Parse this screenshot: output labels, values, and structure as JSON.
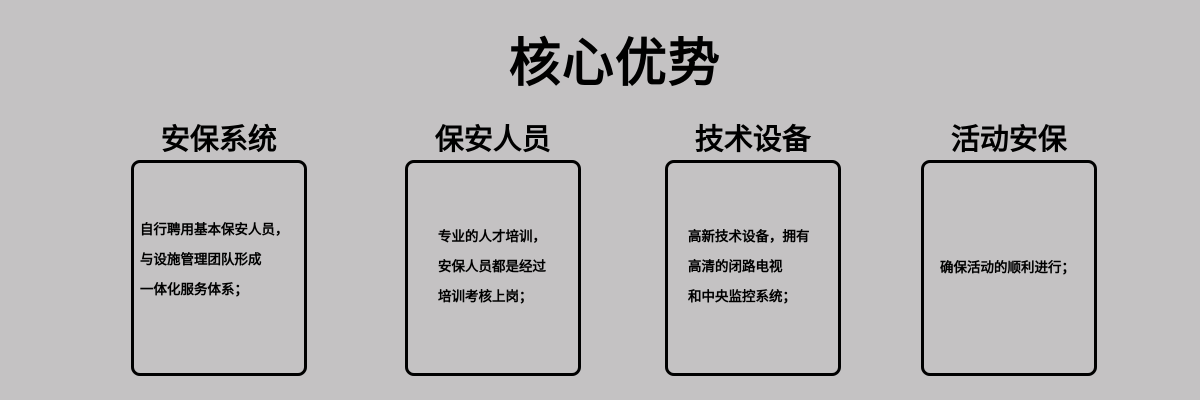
{
  "title": "核心优势",
  "columns": [
    {
      "heading": "安保系统",
      "lines": [
        "自行聘用基本保安人员，",
        "与设施管理团队形成",
        "一体化服务体系；"
      ]
    },
    {
      "heading": "保安人员",
      "lines": [
        "专业的人才培训，",
        "安保人员都是经过",
        "培训考核上岗；"
      ]
    },
    {
      "heading": "技术设备",
      "lines": [
        "高新技术设备，拥有",
        "高清的闭路电视",
        "和中央监控系统；"
      ]
    },
    {
      "heading": "活动安保",
      "lines": [
        "确保活动的顺利进行；"
      ]
    }
  ]
}
